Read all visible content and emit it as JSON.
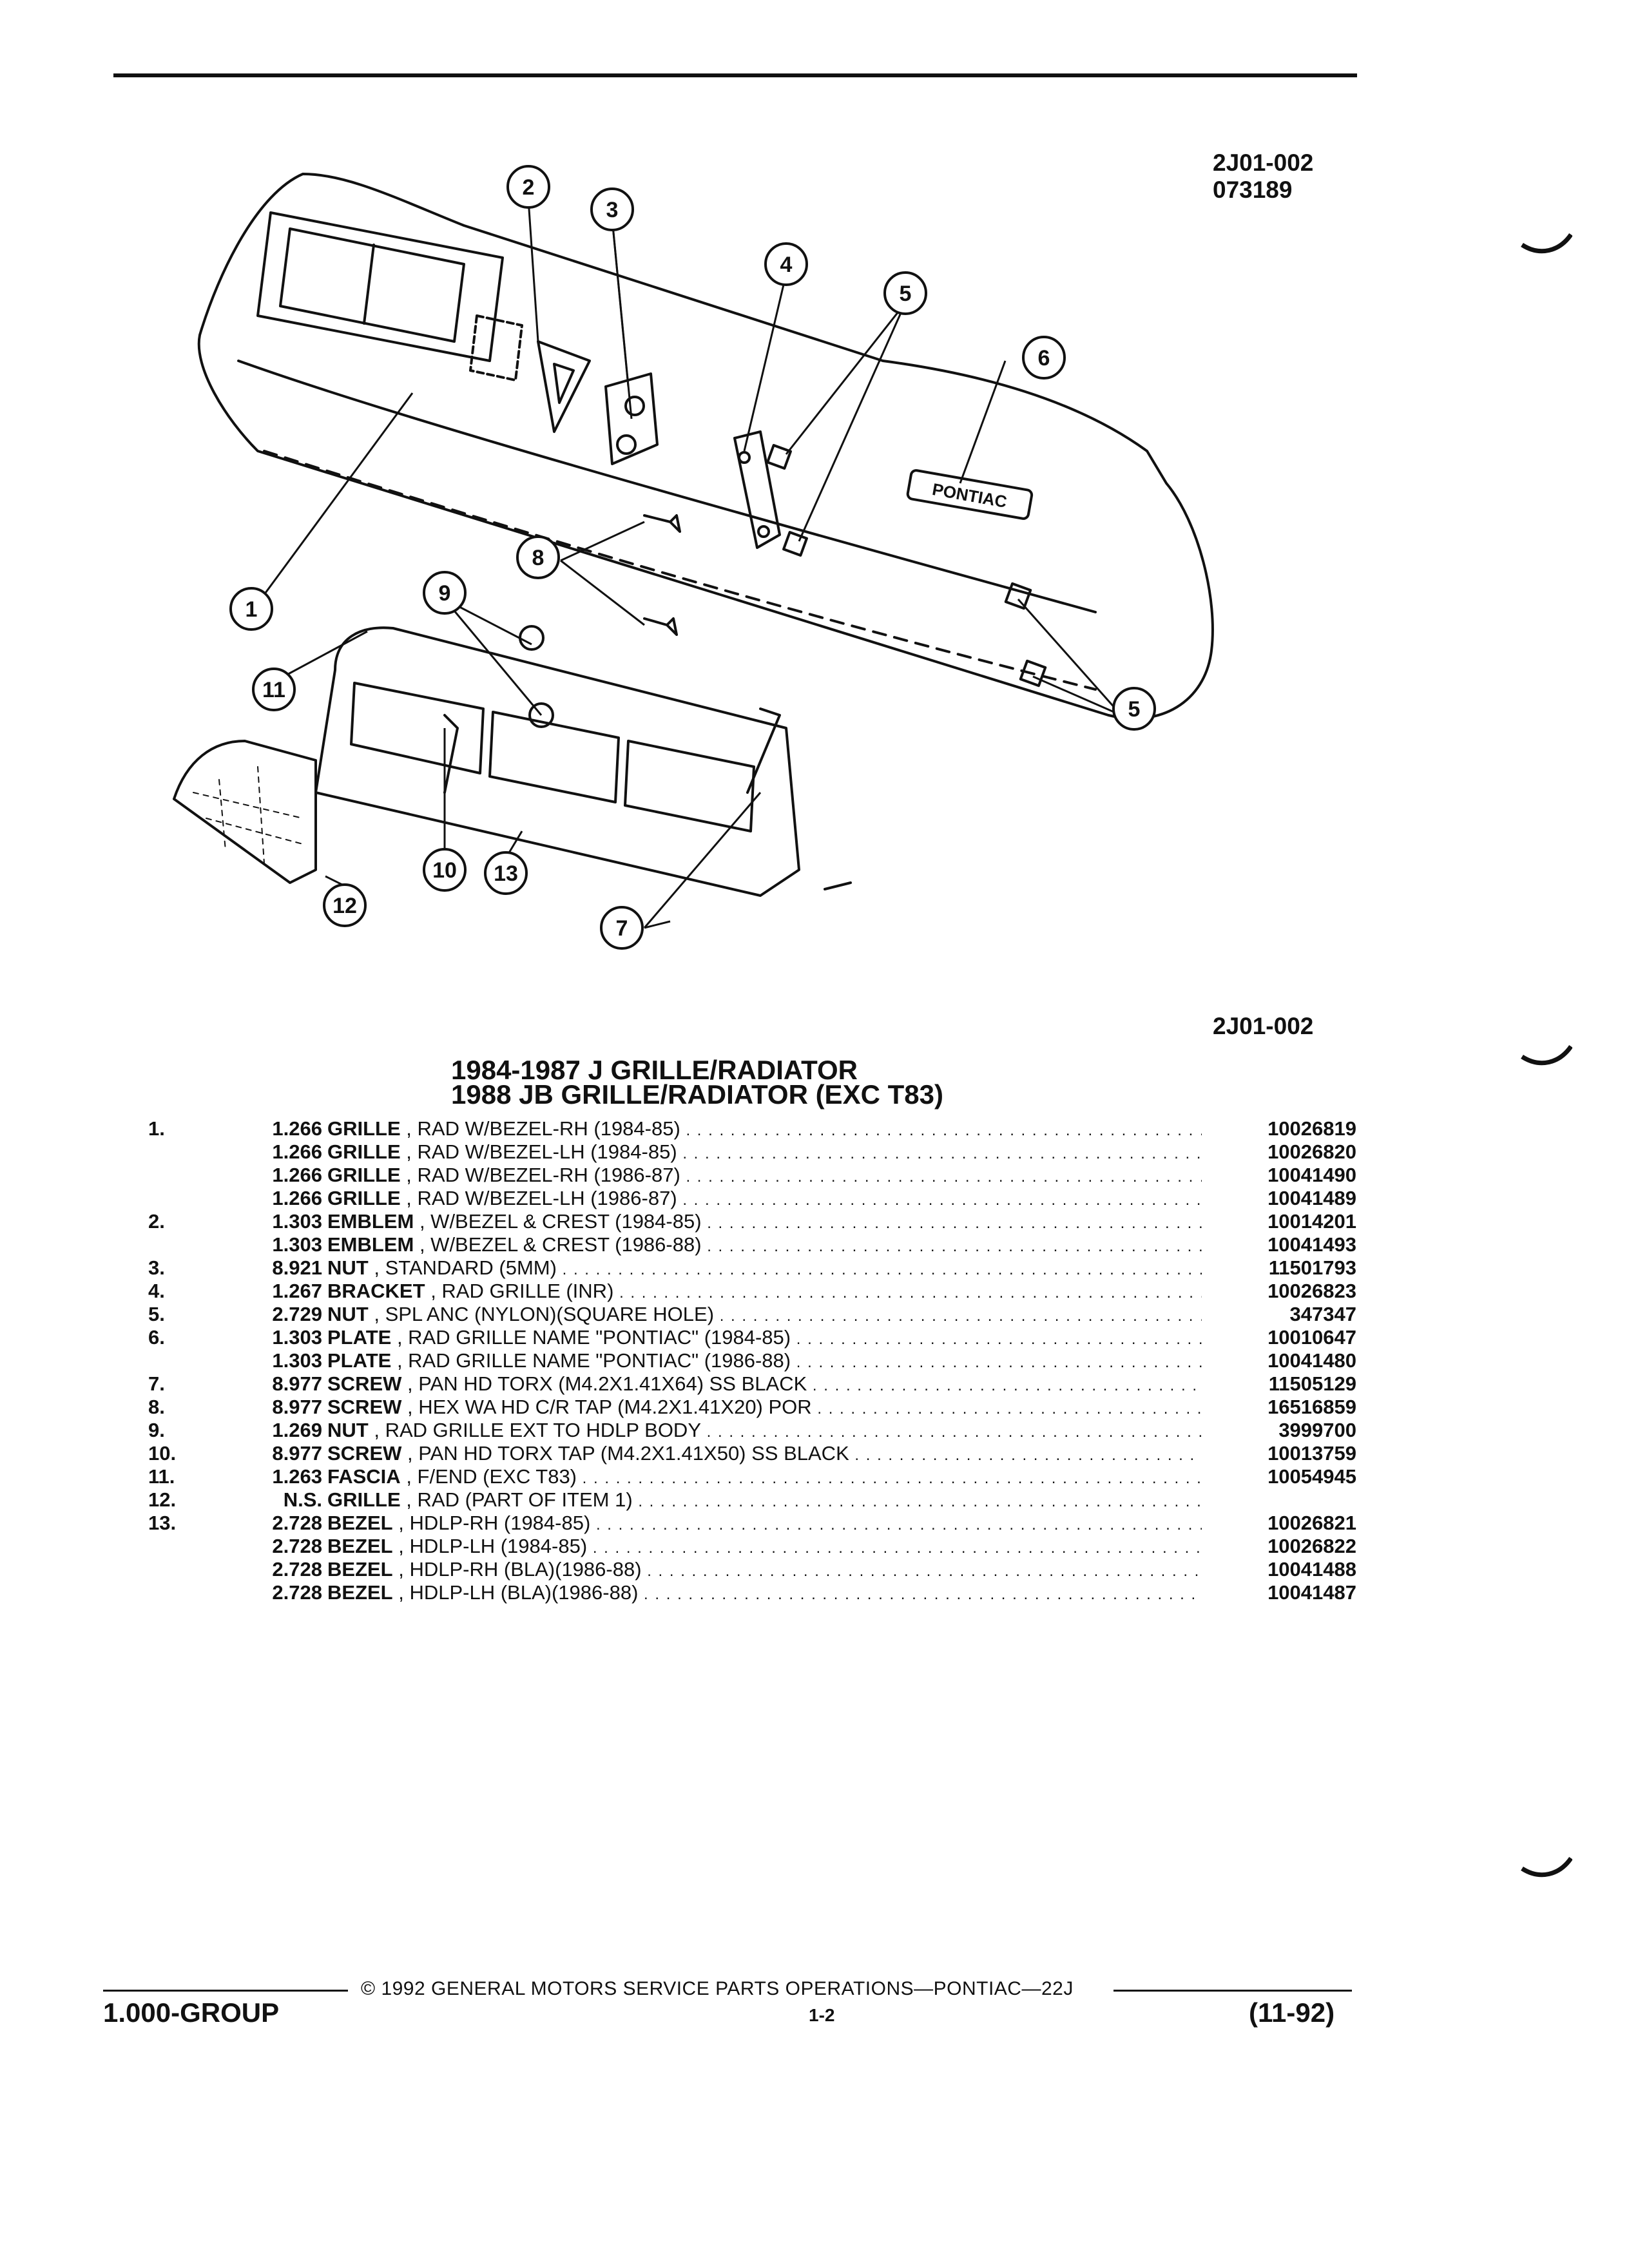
{
  "header": {
    "fig_code": "2J01-002",
    "fig_date": "073189"
  },
  "figure": {
    "callouts": [
      "1",
      "2",
      "3",
      "4",
      "5",
      "6",
      "7",
      "8",
      "9",
      "10",
      "11",
      "12",
      "13",
      "5"
    ],
    "emblem_text": "PONTIAC",
    "caption_code": "2J01-002"
  },
  "titles": {
    "line1": "1984-1987 J GRILLE/RADIATOR",
    "line2": "1988 JB GRILLE/RADIATOR (EXC T83)"
  },
  "parts": [
    {
      "item": "1.",
      "group": "1.266",
      "name": "GRILLE",
      "desc": ", RAD W/BEZEL-RH (1984-85)",
      "part": "10026819"
    },
    {
      "item": "",
      "group": "1.266",
      "name": "GRILLE",
      "desc": ", RAD W/BEZEL-LH (1984-85)",
      "part": "10026820"
    },
    {
      "item": "",
      "group": "1.266",
      "name": "GRILLE",
      "desc": ", RAD W/BEZEL-RH (1986-87)",
      "part": "10041490"
    },
    {
      "item": "",
      "group": "1.266",
      "name": "GRILLE",
      "desc": ", RAD W/BEZEL-LH (1986-87)",
      "part": "10041489"
    },
    {
      "item": "2.",
      "group": "1.303",
      "name": "EMBLEM",
      "desc": ", W/BEZEL & CREST (1984-85)",
      "part": "10014201"
    },
    {
      "item": "",
      "group": "1.303",
      "name": "EMBLEM",
      "desc": ", W/BEZEL & CREST (1986-88)",
      "part": "10041493"
    },
    {
      "item": "3.",
      "group": "8.921",
      "name": "NUT",
      "desc": ", STANDARD (5MM)",
      "part": "11501793"
    },
    {
      "item": "4.",
      "group": "1.267",
      "name": "BRACKET",
      "desc": ", RAD GRILLE (INR)",
      "part": "10026823"
    },
    {
      "item": "5.",
      "group": "2.729",
      "name": "NUT",
      "desc": ", SPL ANC (NYLON)(SQUARE HOLE)",
      "part": "347347"
    },
    {
      "item": "6.",
      "group": "1.303",
      "name": "PLATE",
      "desc": ", RAD GRILLE NAME \"PONTIAC\" (1984-85)",
      "part": "10010647"
    },
    {
      "item": "",
      "group": "1.303",
      "name": "PLATE",
      "desc": ", RAD GRILLE NAME \"PONTIAC\" (1986-88)",
      "part": "10041480"
    },
    {
      "item": "7.",
      "group": "8.977",
      "name": "SCREW",
      "desc": ", PAN HD TORX (M4.2X1.41X64) SS BLACK",
      "part": "11505129"
    },
    {
      "item": "8.",
      "group": "8.977",
      "name": "SCREW",
      "desc": ", HEX WA HD C/R TAP (M4.2X1.41X20) POR",
      "part": "16516859"
    },
    {
      "item": "9.",
      "group": "1.269",
      "name": "NUT",
      "desc": ", RAD GRILLE EXT TO HDLP BODY",
      "part": "3999700"
    },
    {
      "item": "10.",
      "group": "8.977",
      "name": "SCREW",
      "desc": ", PAN HD TORX TAP (M4.2X1.41X50) SS BLACK",
      "part": "10013759"
    },
    {
      "item": "11.",
      "group": "1.263",
      "name": "FASCIA",
      "desc": ", F/END (EXC T83)",
      "part": "10054945"
    },
    {
      "item": "12.",
      "group": "N.S.",
      "name": "GRILLE",
      "desc": ", RAD (PART OF ITEM 1)",
      "part": ""
    },
    {
      "item": "13.",
      "group": "2.728",
      "name": "BEZEL",
      "desc": ", HDLP-RH (1984-85)",
      "part": "10026821"
    },
    {
      "item": "",
      "group": "2.728",
      "name": "BEZEL",
      "desc": ", HDLP-LH (1984-85)",
      "part": "10026822"
    },
    {
      "item": "",
      "group": "2.728",
      "name": "BEZEL",
      "desc": ", HDLP-RH (BLA)(1986-88)",
      "part": "10041488"
    },
    {
      "item": "",
      "group": "2.728",
      "name": "BEZEL",
      "desc": ", HDLP-LH (BLA)(1986-88)",
      "part": "10041487"
    }
  ],
  "footer": {
    "copyright": "© 1992 GENERAL MOTORS SERVICE PARTS OPERATIONS—PONTIAC—22J",
    "group": "1.000-GROUP",
    "page": "1-2",
    "date": "(11-92)"
  }
}
